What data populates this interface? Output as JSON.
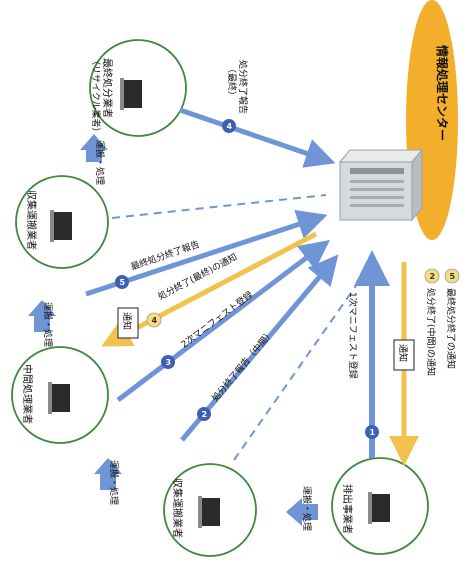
{
  "center": {
    "label": "情報処理センター"
  },
  "nodes": [
    {
      "id": "final-disposal",
      "label": "最終処分業者",
      "sublabel": "（リサイクル業者）"
    },
    {
      "id": "collection-transport-1",
      "label": "収集運搬業者"
    },
    {
      "id": "intermediate",
      "label": "中間処理業者"
    },
    {
      "id": "collection-transport-2",
      "label": "収集運搬業者"
    },
    {
      "id": "generator",
      "label": "排出事業者"
    }
  ],
  "flow_labels": {
    "transport_a": "運搬・処理",
    "transport_b": "運搬・処理",
    "transport_c": "運搬・処理",
    "transport_d": "運搬・処理"
  },
  "messages": {
    "m1": {
      "num": "1",
      "text": "1次マニフェスト登録"
    },
    "m2": {
      "num": "2",
      "text": "処分終了報告（中間）"
    },
    "m3": {
      "num": "3",
      "text": "2次マニフェスト登録"
    },
    "m4a": {
      "num": "4",
      "text": "処分終了(最終)の通知"
    },
    "m4b": {
      "num": "4",
      "text": "処分終了報告",
      "sub": "（最終）"
    },
    "m5": {
      "num": "5",
      "text": "最終処分終了報告"
    }
  },
  "notify": {
    "left": "通知",
    "right": "通知"
  },
  "legend": [
    {
      "num": "2",
      "text": "処分終了(中間)の通知"
    },
    {
      "num": "5",
      "text": "最終処分終了の通知"
    }
  ],
  "colors": {
    "blue_arrow": "#6f95d6",
    "blue_badge": "#3f5fb3",
    "yellow_arrow": "#f2c24f",
    "yellow_badge": "#f6dd84",
    "center_ellipse": "#f3ae2b",
    "node_ring": "#3e8a3e"
  }
}
